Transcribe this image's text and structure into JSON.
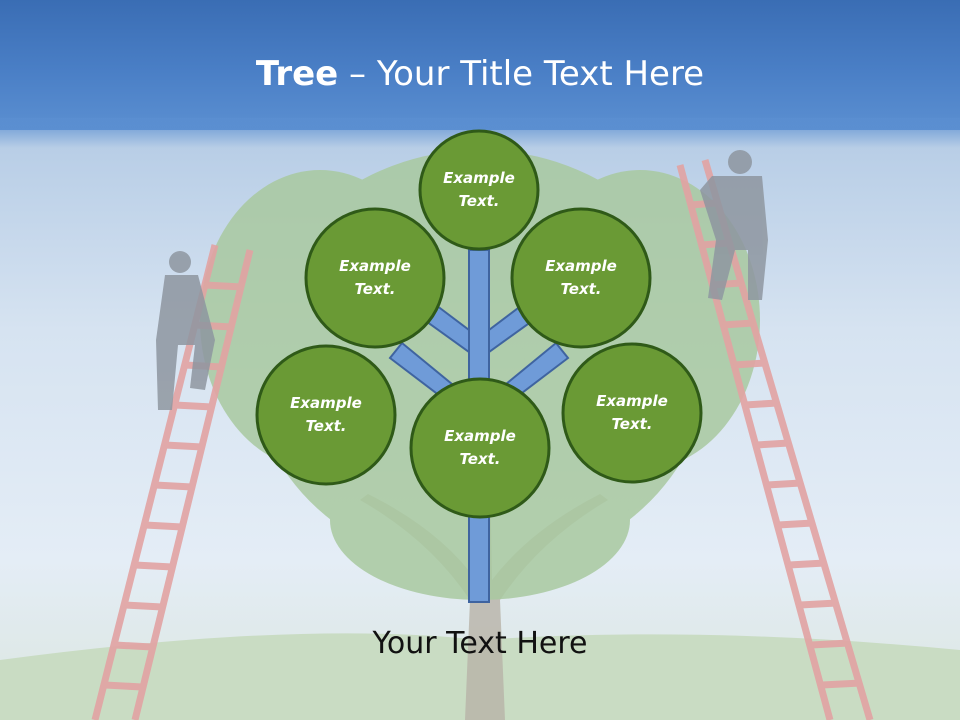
{
  "slide": {
    "title_bold": "Tree",
    "title_rest": " – Your Title Text Here",
    "caption": "Your Text Here"
  },
  "nodes": [
    {
      "id": "top",
      "label": "Example\nText.",
      "line1": "Example",
      "line2": "Text."
    },
    {
      "id": "upper-left",
      "label": "Example\nText.",
      "line1": "Example",
      "line2": "Text."
    },
    {
      "id": "upper-right",
      "label": "Example\nText.",
      "line1": "Example",
      "line2": "Text."
    },
    {
      "id": "lower-left",
      "label": "Example\nText.",
      "line1": "Example",
      "line2": "Text."
    },
    {
      "id": "center",
      "label": "Example\nText.",
      "line1": "Example",
      "line2": "Text."
    },
    {
      "id": "lower-right",
      "label": "Example\nText.",
      "line1": "Example",
      "line2": "Text."
    }
  ],
  "colors": {
    "title_bar": "#4a7fc6",
    "node_fill": "#6a9a35",
    "node_border": "#2f5a18",
    "branch_fill": "#6f9bd8",
    "branch_border": "#3f64a0",
    "ladder": "#d9898a"
  }
}
